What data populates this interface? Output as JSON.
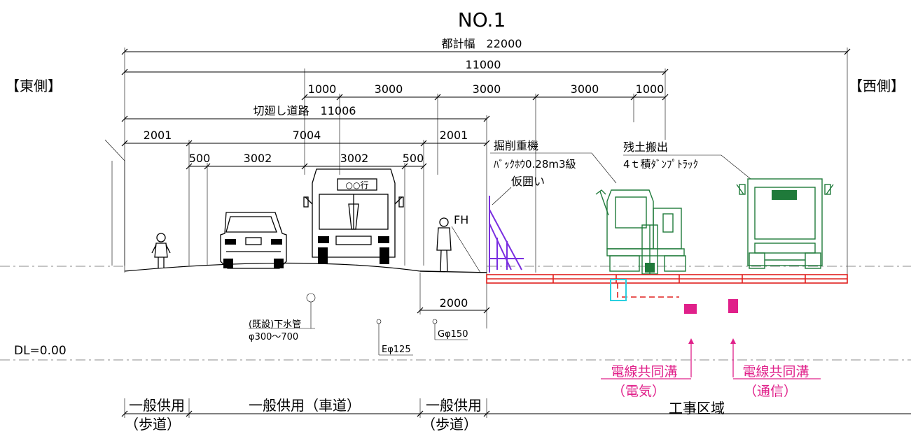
{
  "title": "NO.1",
  "sides": {
    "east": "【東側】",
    "west": "【西側】"
  },
  "dimensions": {
    "total_width": "都計幅　22000",
    "half_width": "11000",
    "top_segments": [
      "1000",
      "3000",
      "3000",
      "3000",
      "1000"
    ],
    "detour_road": "切廻し道路　11006",
    "detour_segments": [
      "2001",
      "7004",
      "2001"
    ],
    "lane_segments": [
      "500",
      "3002",
      "3002",
      "500"
    ],
    "work_offset": "2000"
  },
  "labels": {
    "excavator_title": "掘削重機",
    "excavator_spec": "ﾊﾞｯｸﾎｳ0.28m3級",
    "fence": "仮囲い",
    "truck_title": "残土搬出",
    "truck_spec": "4ｔ積ﾀﾞﾝﾌﾟﾄﾗｯｸ",
    "fh": "FH",
    "bus_sign": "○○行",
    "datum": "DL=0.00"
  },
  "pipes": {
    "sewer_line1": "(既設)下水管",
    "sewer_line2": "φ300～700",
    "electric": "Eφ125",
    "gas": "Gφ150"
  },
  "utilities": {
    "power_title": "電線共同溝",
    "power_sub": "（電気）",
    "comm_title": "電線共同溝",
    "comm_sub": "（通信）"
  },
  "zones": {
    "sidewalk_left_title": "一般供用",
    "sidewalk_left_sub": "（歩道）",
    "roadway": "一般供用（車道）",
    "sidewalk_right_title": "一般供用",
    "sidewalk_right_sub": "（歩道）",
    "construction": "工事区域"
  },
  "colors": {
    "equipment": "#1f7a3a",
    "trench": "#e0201e",
    "fence": "#7a2ee0",
    "utility_label": "#e0208a",
    "cyan_box": "#2ad0e0"
  },
  "icons": [
    "excavator-icon",
    "dump-truck-icon",
    "bus-icon",
    "car-icon",
    "pedestrian-icon",
    "child-icon",
    "fence-icon"
  ]
}
